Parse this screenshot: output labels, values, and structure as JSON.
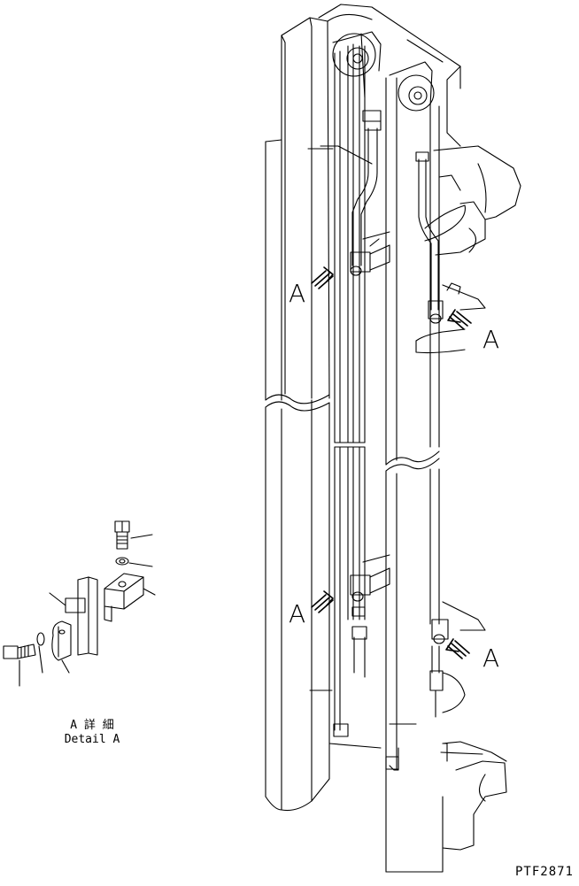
{
  "callouts": {
    "a1": "A",
    "a2": "A",
    "a3": "A",
    "a4": "A"
  },
  "detail": {
    "label_jp": "A 詳 細",
    "label_en": "Detail A"
  },
  "drawing_code": "PTF2871",
  "colors": {
    "line": "#000000",
    "background": "#ffffff"
  }
}
